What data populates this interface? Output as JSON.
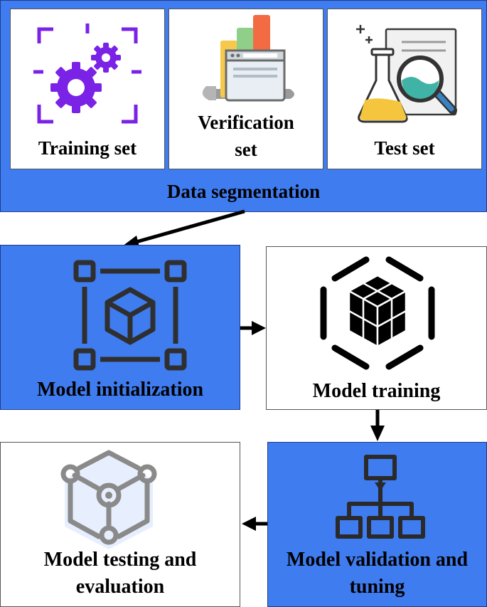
{
  "data_segmentation": {
    "title": "Data segmentation",
    "training_set": "Training set",
    "verification_set_line1": "Verification",
    "verification_set_line2": "set",
    "test_set": "Test set"
  },
  "model_initialization": "Model initialization",
  "model_training": "Model training",
  "model_validation_line1": "Model validation and",
  "model_validation_line2": "tuning",
  "model_testing_line1": "Model testing and",
  "model_testing_line2": "evaluation",
  "icons": {
    "training": "gears-icon",
    "verification": "bar-chart-browser-icon",
    "test": "flask-magnifier-icon",
    "initialization": "cube-bounding-box-icon",
    "training_model": "cubes-hexagon-icon",
    "validation": "hierarchy-icon",
    "testing": "network-cube-icon"
  },
  "colors": {
    "panel_blue": "#3f7cf0",
    "gear_purple": "#7a22e6",
    "icon_dark": "#2f2f2f",
    "arrow": "#000000"
  }
}
